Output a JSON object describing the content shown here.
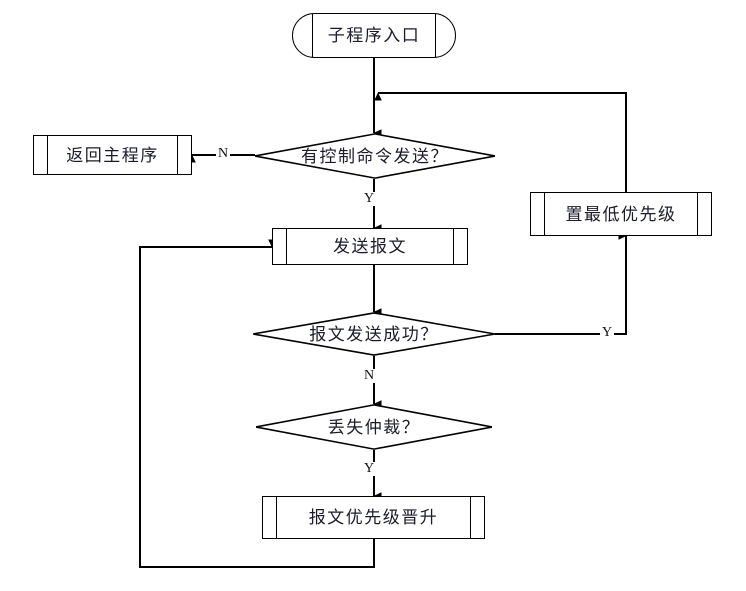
{
  "diagram": {
    "title": "CAN message sending subroutine flowchart",
    "stroke_color": "#000000",
    "text_color": "#1b1b2b",
    "background": "#ffffff",
    "nodes": {
      "start_terminal": {
        "label": "子程序入口",
        "shape": "terminal"
      },
      "return_main": {
        "label": "返回主程序",
        "shape": "predefined-process"
      },
      "has_command": {
        "label": "有控制命令发送？",
        "shape": "decision"
      },
      "set_lowest_priority": {
        "label": "置最低优先级",
        "shape": "predefined-process"
      },
      "send_message": {
        "label": "发送报文",
        "shape": "predefined-process"
      },
      "send_success": {
        "label": "报文发送成功？",
        "shape": "decision"
      },
      "lost_arbitration": {
        "label": "丢失仲裁？",
        "shape": "decision"
      },
      "priority_promote": {
        "label": "报文优先级晋升",
        "shape": "predefined-process"
      }
    },
    "edge_labels": {
      "has_command_no": "N",
      "has_command_yes": "Y",
      "send_success_yes": "Y",
      "send_success_no": "N",
      "lost_arbitration_yes": "Y"
    }
  }
}
